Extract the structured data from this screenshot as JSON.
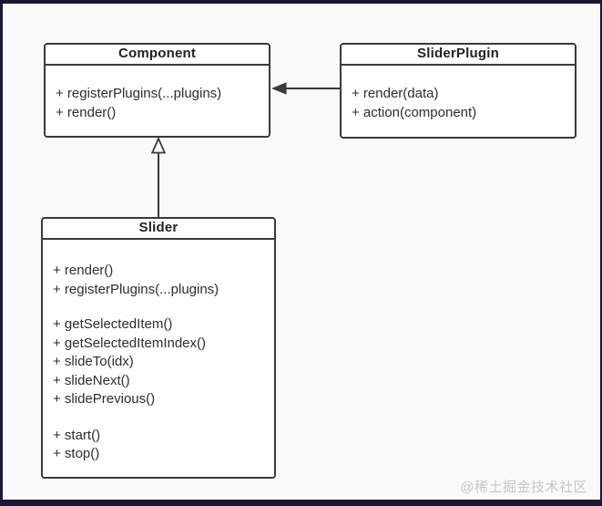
{
  "page": {
    "watermark": "@稀土掘金技术社区",
    "frame_color": "#191934",
    "canvas_color": "#f8faf9",
    "watermark_color": "#c5c8cb"
  },
  "diagram": {
    "type": "uml-class-diagram",
    "line_color": "#3a3a3a",
    "box_fill": "#fefefe",
    "text_color": "#2e2e2e",
    "classes": [
      {
        "name": "Component",
        "groups": [
          [
            "+ registerPlugins(...plugins)",
            "+ render()"
          ]
        ]
      },
      {
        "name": "SliderPlugin",
        "groups": [
          [
            "+ render(data)",
            "+ action(component)"
          ]
        ]
      },
      {
        "name": "Slider",
        "groups": [
          [
            "+ render()",
            "+ registerPlugins(...plugins)"
          ],
          [
            "+ getSelectedItem()",
            "+ getSelectedItemIndex()",
            "+ slideTo(idx)",
            "+ slideNext()",
            "+ slidePrevious()"
          ],
          [
            "+ start()",
            "+ stop()"
          ]
        ]
      }
    ],
    "relations": [
      {
        "from": "Slider",
        "to": "Component",
        "type": "inheritance"
      },
      {
        "from": "SliderPlugin",
        "to": "Component",
        "type": "association"
      }
    ]
  }
}
